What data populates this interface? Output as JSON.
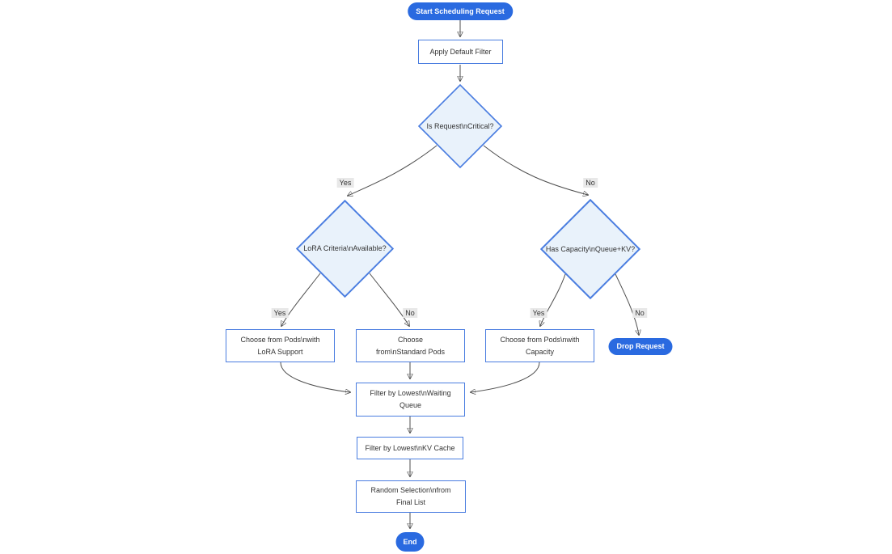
{
  "diagram": {
    "type": "flowchart",
    "direction": "top-down",
    "colors": {
      "accent_blue": "#2a6ae0",
      "node_border": "#4a7de0",
      "decision_fill": "#e9f2fb",
      "node_fill": "#ffffff",
      "edge": "#4d4d4d",
      "label_bg": "#e8e8e8",
      "text_dark": "#333333",
      "text_light": "#ffffff",
      "background": "#ffffff"
    },
    "nodes": {
      "start": {
        "shape": "stadium",
        "label": "Start Scheduling Request"
      },
      "apply_filter": {
        "shape": "rect",
        "label": "Apply Default Filter"
      },
      "critical": {
        "shape": "diamond",
        "label": "Is Request\\nCritical?"
      },
      "lora": {
        "shape": "diamond",
        "label": "LoRA Criteria\\nAvailable?"
      },
      "capacity": {
        "shape": "diamond",
        "label": "Has Capacity\\nQueue+KV?"
      },
      "choose_lora": {
        "shape": "rect",
        "label": "Choose from Pods\\nwith LoRA Support"
      },
      "choose_standard": {
        "shape": "rect",
        "label": "Choose from\\nStandard Pods"
      },
      "choose_capacity": {
        "shape": "rect",
        "label": "Choose from Pods\\nwith Capacity"
      },
      "drop": {
        "shape": "stadium",
        "label": "Drop Request"
      },
      "filter_queue": {
        "shape": "rect",
        "label": "Filter by Lowest\\nWaiting Queue"
      },
      "filter_kv": {
        "shape": "rect",
        "label": "Filter by Lowest\\nKV Cache"
      },
      "random": {
        "shape": "rect",
        "label": "Random Selection\\nfrom Final List"
      },
      "end": {
        "shape": "stadium",
        "label": "End"
      }
    },
    "edges": [
      {
        "from": "start",
        "to": "apply_filter",
        "label": ""
      },
      {
        "from": "apply_filter",
        "to": "critical",
        "label": ""
      },
      {
        "from": "critical",
        "to": "lora",
        "label": "Yes"
      },
      {
        "from": "critical",
        "to": "capacity",
        "label": "No"
      },
      {
        "from": "lora",
        "to": "choose_lora",
        "label": "Yes"
      },
      {
        "from": "lora",
        "to": "choose_standard",
        "label": "No"
      },
      {
        "from": "capacity",
        "to": "choose_capacity",
        "label": "Yes"
      },
      {
        "from": "capacity",
        "to": "drop",
        "label": "No"
      },
      {
        "from": "choose_lora",
        "to": "filter_queue",
        "label": ""
      },
      {
        "from": "choose_standard",
        "to": "filter_queue",
        "label": ""
      },
      {
        "from": "choose_capacity",
        "to": "filter_queue",
        "label": ""
      },
      {
        "from": "filter_queue",
        "to": "filter_kv",
        "label": ""
      },
      {
        "from": "filter_kv",
        "to": "random",
        "label": ""
      },
      {
        "from": "random",
        "to": "end",
        "label": ""
      }
    ]
  }
}
